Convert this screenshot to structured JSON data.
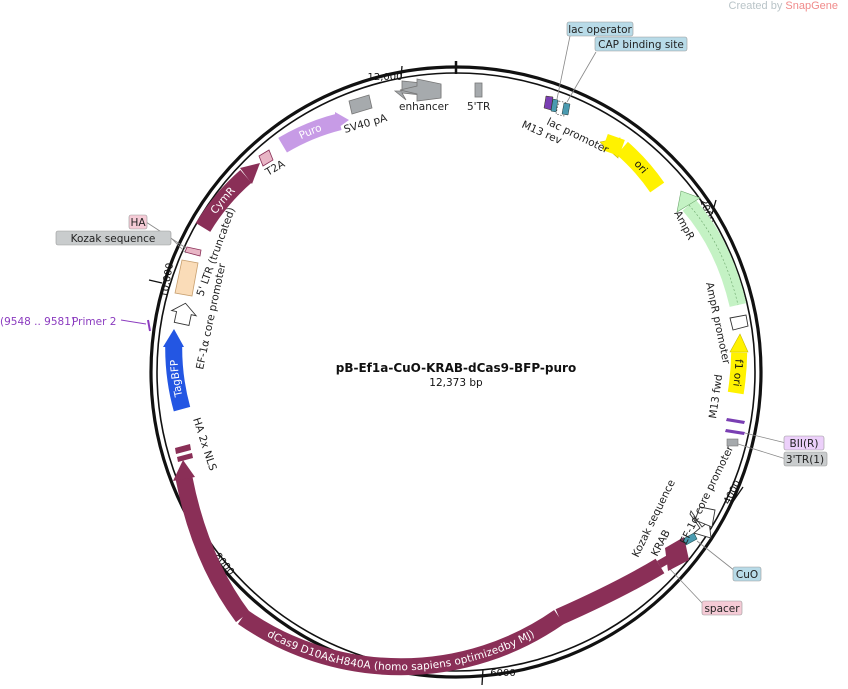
{
  "watermark": {
    "prefix": "Created by ",
    "brand": "SnapGene"
  },
  "plasmid": {
    "name": "pB-Ef1a-CuO-KRAB-dCas9-BFP-puro",
    "size_label": "12,373 bp"
  },
  "colors": {
    "maroon": "#8a2f57",
    "purple": "#c79be6",
    "gray": "#a6aaad",
    "yellow": "#fff200",
    "green": "#c4f2c4",
    "blue": "#2356e3",
    "peach": "#fadcb8",
    "teal": "#4a9ab0",
    "violet": "#7a3fb3",
    "label_blue_bg": "#b8dbe8",
    "label_pink_bg": "#f5cbd6",
    "label_gray_bg": "#c9cccd",
    "label_violet_bg": "#ecd0fa",
    "primer_text": "#8b3bbf"
  },
  "ticks": [
    "2000",
    "4000",
    "6000",
    "8000",
    "10,000",
    "12,000"
  ],
  "features": {
    "puro": "Puro",
    "cymr": "CymR",
    "tagbfp": "TagBFP",
    "dcas9": "dCas9 D10A&H840A (homo sapiens optimizedby MJ)",
    "ori": "ori",
    "ampr": "AmpR",
    "f1ori": "f1 ori"
  },
  "labels": {
    "enhancer": "enhancer",
    "tr5": "5'TR",
    "sv40": "SV40 pA",
    "t2a": "T2A",
    "lac_promoter": "lac promoter",
    "m13rev": "M13 rev",
    "ampr_out": "AmpR",
    "ampr_promoter": "AmpR promoter",
    "m13fwd": "M13 fwd",
    "ef1a_right": "EF-1α core promoter",
    "kozak_right": "Kozak sequence",
    "krab": "KRAB",
    "ha_nls": "HA 2x NLS",
    "ef1a_left": "EF-1α core promoter",
    "ltr5": "5' LTR (truncated)"
  },
  "callouts": {
    "lac_operator": "lac operator",
    "cap_site": "CAP binding site",
    "ha": "HA",
    "kozak": "Kozak sequence",
    "bii": "BII(R)",
    "tr3": "3'TR(1)",
    "cuo": "CuO",
    "spacer": "spacer"
  },
  "primer": {
    "range": "(9548 .. 9581)",
    "name": "Primer 2"
  }
}
